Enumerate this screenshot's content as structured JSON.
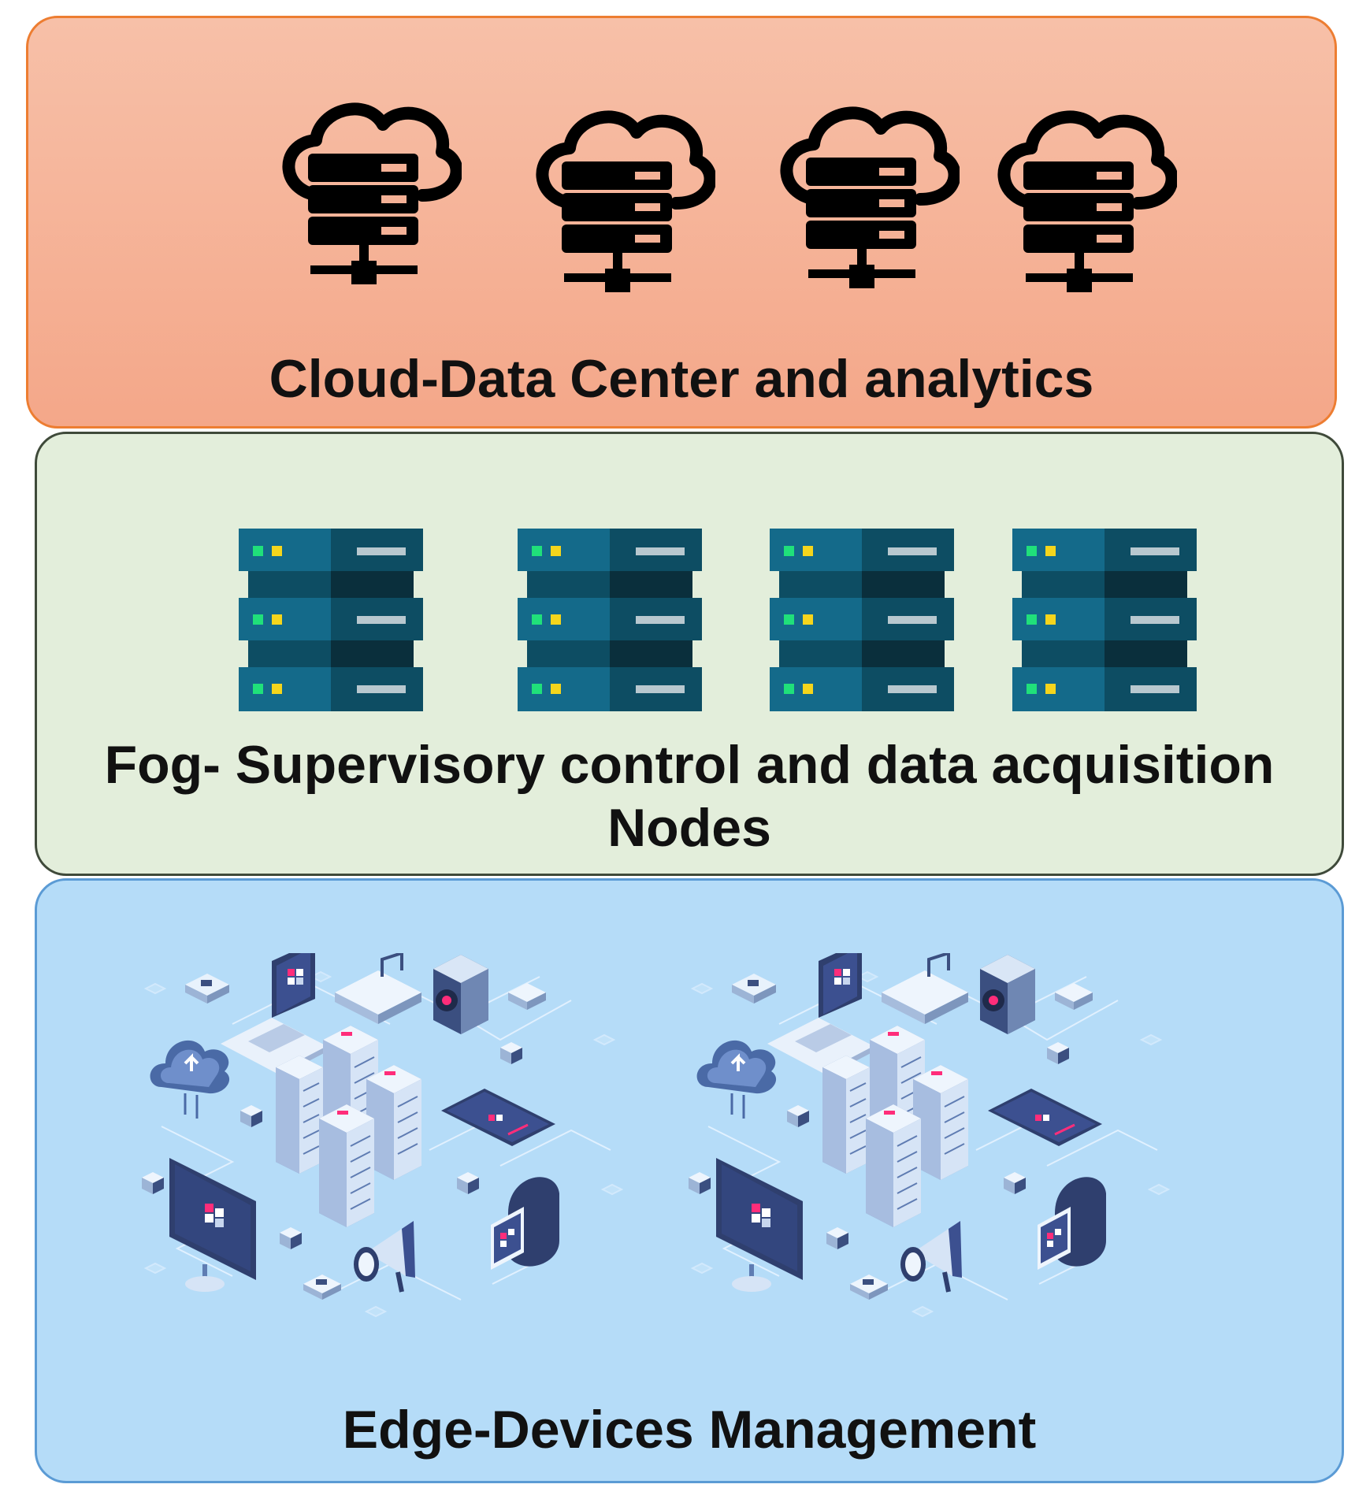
{
  "layers": {
    "cloud": {
      "label": "Cloud-Data Center and analytics",
      "icon": "cloud-server-icon",
      "icon_count": 4,
      "color": "#f4b196",
      "border_color": "#ed7d31"
    },
    "fog": {
      "label_line1": "Fog- Supervisory control and data acquisition",
      "label_line2": "Nodes",
      "icon": "server-rack-icon",
      "icon_count": 4,
      "color": "#e3eedb",
      "border_color": "#3f4a3a"
    },
    "edge": {
      "label": "Edge-Devices Management",
      "icon": "iot-network-illustration",
      "icon_count": 2,
      "color": "#b5dcf8",
      "border_color": "#5b9bd5"
    }
  }
}
